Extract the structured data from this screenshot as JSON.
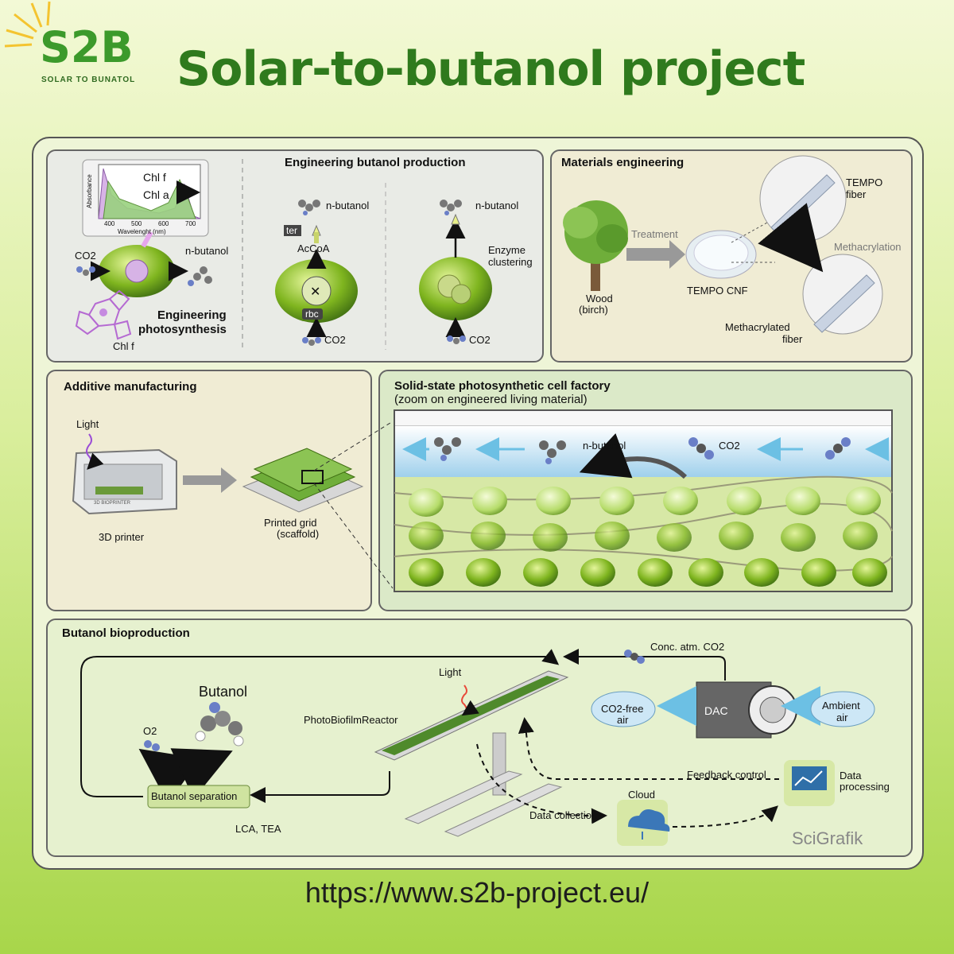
{
  "header": {
    "logo_text": "S2B",
    "logo_subtitle": "SOLAR TO BUNATOL",
    "title": "Solar-to-butanol project"
  },
  "panel_engineering": {
    "title": "Engineering butanol production",
    "spectrum": {
      "y_label": "Absorbance",
      "x_label": "Wavelenght (nm)",
      "ticks": [
        "400",
        "500",
        "600",
        "700"
      ],
      "chl_f": "Chl f",
      "chl_a": "Chl a"
    },
    "co2": "CO2",
    "nbutanol": "n-butanol",
    "photo_label_1": "Engineering",
    "photo_label_2": "photosynthesis",
    "chl_f_bottom": "Chl f",
    "ter": "ter",
    "accoa": "AcCoA",
    "rbc": "rbc",
    "enzyme_1": "Enzyme",
    "enzyme_2": "clustering"
  },
  "panel_materials": {
    "title": "Materials engineering",
    "treatment": "Treatment",
    "wood_1": "Wood",
    "wood_2": "(birch)",
    "tempo_cnf": "TEMPO CNF",
    "tempo_fiber_1": "TEMPO",
    "tempo_fiber_2": "fiber",
    "methacrylation": "Methacrylation",
    "meth_fiber_1": "Methacrylated",
    "meth_fiber_2": "fiber"
  },
  "panel_additive": {
    "title": "Additive manufacturing",
    "light": "Light",
    "printer": "3D printer",
    "printer_brand": "3D BIOPRINTER",
    "grid_1": "Printed grid",
    "grid_2": "(scaffold)"
  },
  "panel_solid": {
    "title": "Solid-state photosynthetic cell factory",
    "subtitle": "(zoom on engineered living material)",
    "nbutanol": "n-butanol",
    "co2": "CO2"
  },
  "panel_bio": {
    "title": "Butanol bioproduction",
    "butanol": "Butanol",
    "o2": "O2",
    "separation": "Butanol separation",
    "lca": "LCA, TEA",
    "reactor": "PhotoBiofilmReactor",
    "light": "Light",
    "conc_co2": "Conc. atm. CO2",
    "co2_free_1": "CO2-free",
    "co2_free_2": "air",
    "dac": "DAC",
    "ambient_1": "Ambient",
    "ambient_2": "air",
    "feedback": "Feedback control",
    "data_proc_1": "Data",
    "data_proc_2": "processing",
    "cloud": "Cloud",
    "data_collection": "Data collection",
    "credit": "SciGrafik"
  },
  "footer": {
    "url": "https://www.s2b-project.eu/"
  },
  "colors": {
    "title_green": "#2f7a1d",
    "panel_bg": "#e8ecdf",
    "panel_green": "#dbe9c8",
    "cell_green": "#7fb51f",
    "arrow_blue": "#6cc0e4"
  }
}
